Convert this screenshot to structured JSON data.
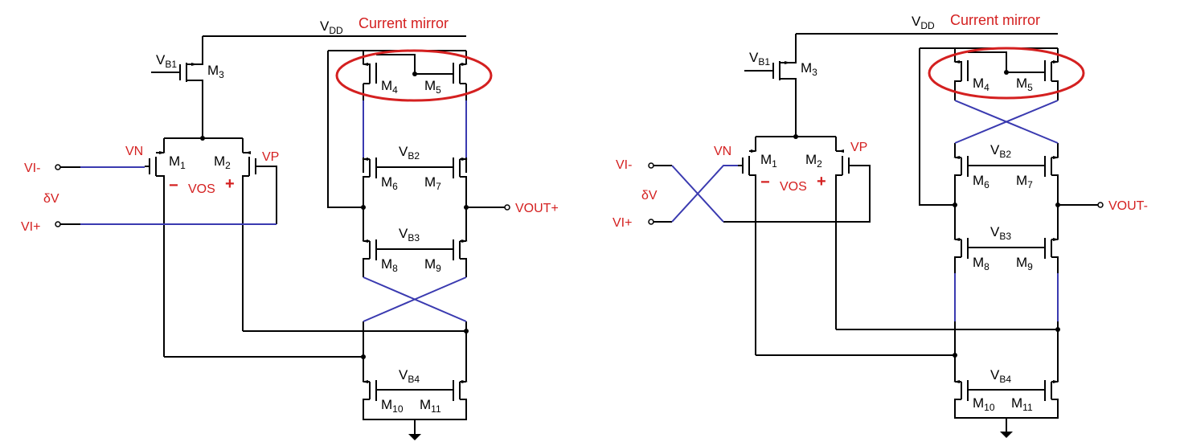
{
  "colors": {
    "wire": "#000000",
    "cross_wire": "#3a3ab0",
    "highlight": "#d42020"
  },
  "circuits": [
    {
      "name": "left",
      "vdd": "V",
      "vdd_sub": "DD",
      "mirror_label": "Current mirror",
      "vb1": "V",
      "vb1_sub": "B1",
      "vb2": "V",
      "vb2_sub": "B2",
      "vb3": "V",
      "vb3_sub": "B3",
      "vb4": "V",
      "vb4_sub": "B4",
      "m3": "M",
      "m3_sub": "3",
      "m1": "M",
      "m1_sub": "1",
      "m2": "M",
      "m2_sub": "2",
      "m4": "M",
      "m4_sub": "4",
      "m5": "M",
      "m5_sub": "5",
      "m6": "M",
      "m6_sub": "6",
      "m7": "M",
      "m7_sub": "7",
      "m8": "M",
      "m8_sub": "8",
      "m9": "M",
      "m9_sub": "9",
      "m10": "M",
      "m10_sub": "10",
      "m11": "M",
      "m11_sub": "11",
      "vn": "VN",
      "vp": "VP",
      "vos": "VOS",
      "minus": "−",
      "plus": "+",
      "vi_minus": "VI-",
      "vi_plus": "VI+",
      "dv": "δV",
      "vout": "VOUT+"
    },
    {
      "name": "right",
      "vdd": "V",
      "vdd_sub": "DD",
      "mirror_label": "Current mirror",
      "vb1": "V",
      "vb1_sub": "B1",
      "vb2": "V",
      "vb2_sub": "B2",
      "vb3": "V",
      "vb3_sub": "B3",
      "vb4": "V",
      "vb4_sub": "B4",
      "m3": "M",
      "m3_sub": "3",
      "m1": "M",
      "m1_sub": "1",
      "m2": "M",
      "m2_sub": "2",
      "m4": "M",
      "m4_sub": "4",
      "m5": "M",
      "m5_sub": "5",
      "m6": "M",
      "m6_sub": "6",
      "m7": "M",
      "m7_sub": "7",
      "m8": "M",
      "m8_sub": "8",
      "m9": "M",
      "m9_sub": "9",
      "m10": "M",
      "m10_sub": "10",
      "m11": "M",
      "m11_sub": "11",
      "vn": "VN",
      "vp": "VP",
      "vos": "VOS",
      "minus": "−",
      "plus": "+",
      "vi_minus": "VI-",
      "vi_plus": "VI+",
      "dv": "δV",
      "vout": "VOUT-"
    }
  ]
}
